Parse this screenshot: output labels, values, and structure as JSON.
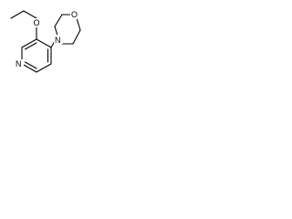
{
  "molecule": {
    "atoms": {
      "ring_oxygen": "O",
      "ether_oxygen": "O",
      "morpholine_nitrogen": "N",
      "pyridine_nitrogen": "N"
    },
    "colors": {
      "bond": "#000000",
      "label": "#000000",
      "background": "#ffffff"
    }
  }
}
